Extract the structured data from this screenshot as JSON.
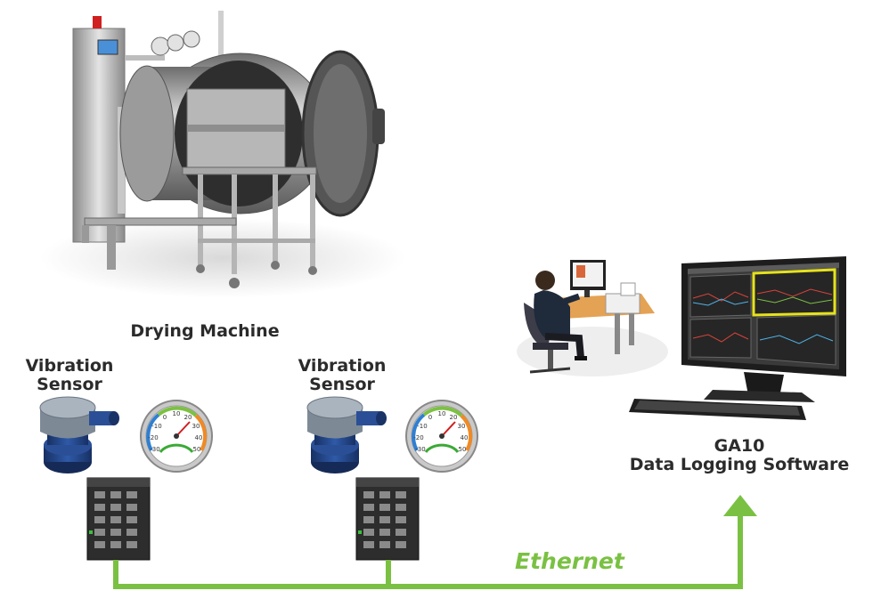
{
  "labels": {
    "drying_machine": "Drying Machine",
    "sensor1_line1": "Vibration",
    "sensor1_line2": "Sensor",
    "sensor2_line1": "Vibration",
    "sensor2_line2": "Sensor",
    "software_line1": "GA10",
    "software_line2": "Data Logging Software",
    "network": "Ethernet"
  },
  "gauge_ticks": [
    "-30",
    "-20",
    "-10",
    "0",
    "10",
    "20",
    "30",
    "40",
    "50"
  ],
  "colors": {
    "network_line": "#7ac143",
    "text": "#2b2b2b",
    "sensor_blue": "#1f3f7a",
    "sensor_grey": "#7d8a96",
    "highlight": "#e6e21c"
  },
  "icons": [
    "drying-machine-icon",
    "vibration-sensor-icon",
    "thermometer-gauge-icon",
    "io-module-icon",
    "office-worker-icon",
    "monitor-icon",
    "keyboard-icon",
    "arrow-up-icon"
  ]
}
